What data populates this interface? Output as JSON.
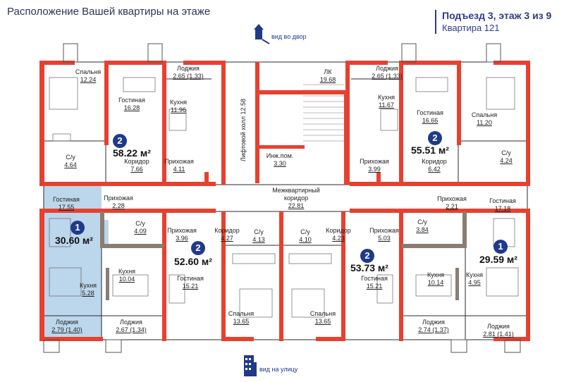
{
  "header": {
    "title": "Расположение Вашей квартиры на этаже",
    "entrance": "Подъезд 3, этаж 3 из 9",
    "apartment": "Квартира 121"
  },
  "directions": {
    "yard": "вид во двор",
    "street": "вид на улицу"
  },
  "colors": {
    "wall": "#e8402f",
    "outline": "#2a2a2a",
    "highlight": "#bcd6ec",
    "badge": "#1f3a8a"
  },
  "icons": [
    "playground-icon",
    "building-icon"
  ],
  "apartments": [
    {
      "number": "2",
      "area": "58.22 м²"
    },
    {
      "number": "2",
      "area": "55.51 м²"
    },
    {
      "number": "1",
      "area": "30.60 м²"
    },
    {
      "number": "2",
      "area": "52.60 м²"
    },
    {
      "number": "2",
      "area": "53.73 м²"
    },
    {
      "number": "1",
      "area": "29.59 м²"
    }
  ],
  "rooms": [
    {
      "name": "Спальня",
      "area": "12.24"
    },
    {
      "name": "Лоджия",
      "area": "2.65 (1.33)"
    },
    {
      "name": "Кухня",
      "area": "11.96"
    },
    {
      "name": "Гостиная",
      "area": "16.28"
    },
    {
      "name": "С/у",
      "area": "4.64"
    },
    {
      "name": "Коридор",
      "area": "7.66"
    },
    {
      "name": "Прихожая",
      "area": "4.11"
    },
    {
      "name": "ЛК",
      "area": "19.68"
    },
    {
      "name": "Лифтовой холл",
      "area": "12.58"
    },
    {
      "name": "Инж.пом.",
      "area": "3.30"
    },
    {
      "name": "Лоджия",
      "area": "2.65 (1.33)"
    },
    {
      "name": "Кухня",
      "area": "11.67"
    },
    {
      "name": "Гостиная",
      "area": "16.66"
    },
    {
      "name": "Спальня",
      "area": "11.20"
    },
    {
      "name": "С/у",
      "area": "4.24"
    },
    {
      "name": "Прихожая",
      "area": "3.99"
    },
    {
      "name": "Коридор",
      "area": "6.42"
    },
    {
      "name": "Межквартирный коридор",
      "area": "22.81"
    },
    {
      "name": "Гостиная",
      "area": "17.55"
    },
    {
      "name": "Прихожая",
      "area": "2.28"
    },
    {
      "name": "С/у",
      "area": "4.09"
    },
    {
      "name": "Кухня",
      "area": "10.04"
    },
    {
      "name": "Кухня",
      "area": "5.28"
    },
    {
      "name": "Лоджия",
      "area": "2.79 (1.40)"
    },
    {
      "name": "Лоджия",
      "area": "2.67 (1.34)"
    },
    {
      "name": "Прихожая",
      "area": "3.96"
    },
    {
      "name": "Коридор",
      "area": "4.27"
    },
    {
      "name": "С/у",
      "area": "4.13"
    },
    {
      "name": "Гостиная",
      "area": "15.21"
    },
    {
      "name": "Спальня",
      "area": "13.65"
    },
    {
      "name": "С/у",
      "area": "4.10"
    },
    {
      "name": "Коридор",
      "area": "4.23"
    },
    {
      "name": "Прихожая",
      "area": "5.03"
    },
    {
      "name": "Гостиная",
      "area": "15.21"
    },
    {
      "name": "Спальня",
      "area": "13.65"
    },
    {
      "name": "Прихожая",
      "area": "2.21"
    },
    {
      "name": "Гостиная",
      "area": "17.18"
    },
    {
      "name": "С/у",
      "area": "3.84"
    },
    {
      "name": "Кухня",
      "area": "10.14"
    },
    {
      "name": "Кухня",
      "area": "4.95"
    },
    {
      "name": "Лоджия",
      "area": "2.74 (1.37)"
    },
    {
      "name": "Лоджия",
      "area": "2.81 (1.41)"
    }
  ]
}
